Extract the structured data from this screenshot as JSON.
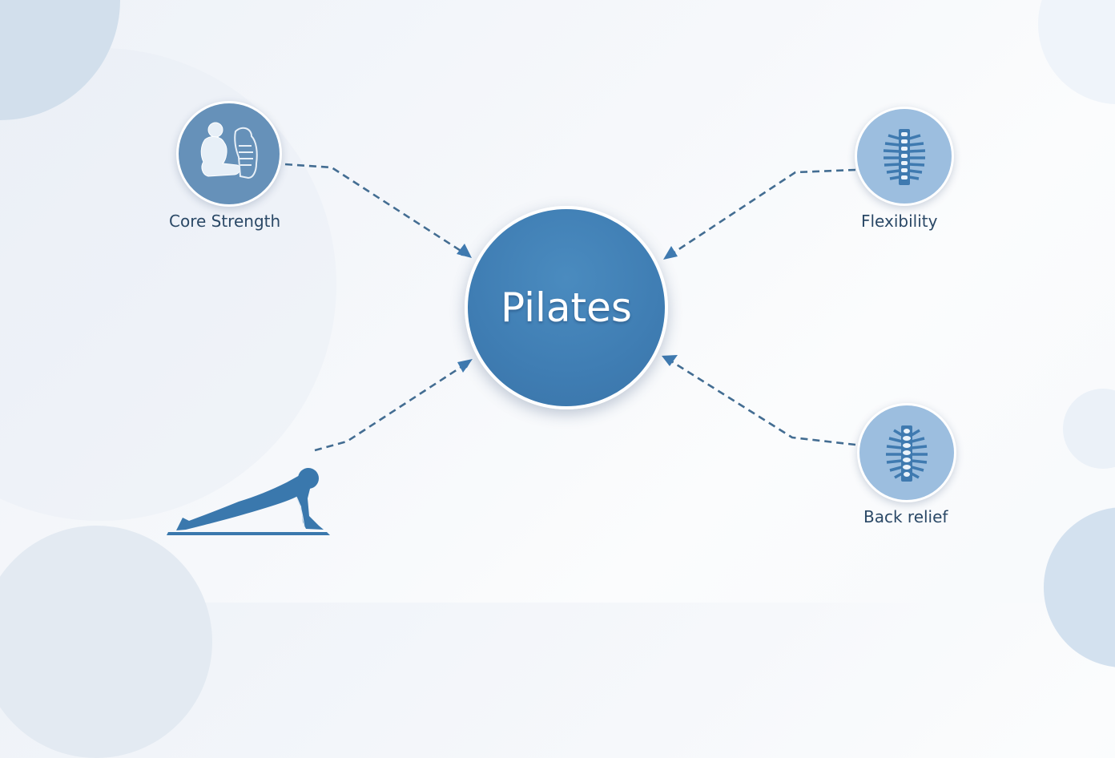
{
  "diagram": {
    "type": "hub-and-spoke",
    "center": {
      "label": "Pilates",
      "color": "#3f7db3"
    },
    "nodes": [
      {
        "id": "core-strength",
        "label": "Core Strength",
        "icon": "muscular-torso-icon",
        "color": "#6691b9"
      },
      {
        "id": "flexibility",
        "label": "Flexibility",
        "icon": "spine-icon",
        "color": "#9cbedf"
      },
      {
        "id": "back-relief",
        "label": "Back relief",
        "icon": "spine-icon",
        "color": "#9cbedf"
      },
      {
        "id": "plank-figure",
        "label": "",
        "icon": "plank-pose-icon",
        "color": "#3a78ad"
      }
    ],
    "edges": [
      {
        "from": "core-strength",
        "to": "center",
        "style": "dashed-arrow"
      },
      {
        "from": "flexibility",
        "to": "center",
        "style": "dashed-arrow"
      },
      {
        "from": "back-relief",
        "to": "center",
        "style": "dashed-arrow"
      },
      {
        "from": "plank-figure",
        "to": "center",
        "style": "dashed-arrow"
      }
    ],
    "colors": {
      "arrow": "#436d92",
      "arrowhead": "#3f7ab0",
      "label_text": "#2a4866"
    }
  }
}
